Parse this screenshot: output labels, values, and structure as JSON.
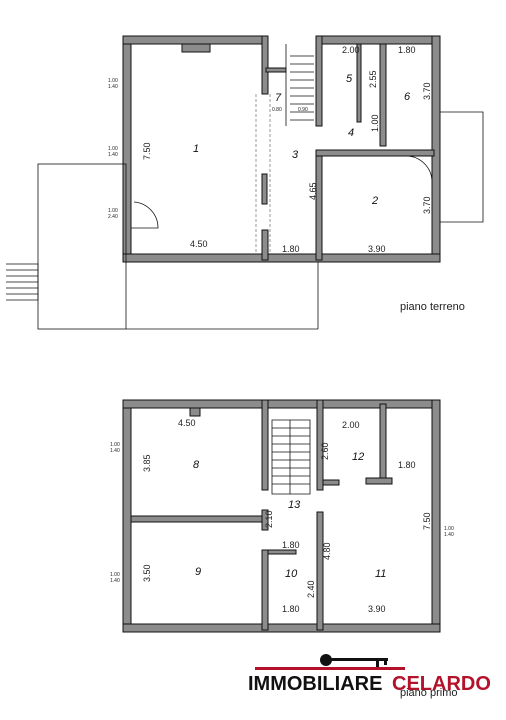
{
  "floors": [
    {
      "label": "piano terreno",
      "rooms": [
        "1",
        "3",
        "4",
        "5",
        "6",
        "7",
        "2"
      ],
      "dims": [
        "7.50",
        "4.50",
        "1.80",
        "3.90",
        "2.00",
        "1.80",
        "2.55",
        "3.70",
        "3.70",
        "4.65",
        "1.00"
      ],
      "openings": [
        "1.00\n1.40",
        "1.00\n1.40",
        "1.00\n2.40",
        "0.80",
        "0.90"
      ]
    },
    {
      "label": "piano primo",
      "rooms": [
        "8",
        "9",
        "10",
        "11",
        "12",
        "13"
      ],
      "dims": [
        "4.50",
        "3.85",
        "3.50",
        "2.10",
        "1.80",
        "1.80",
        "2.60",
        "2.00",
        "1.80",
        "7.50",
        "4.80",
        "2.40",
        "3.90"
      ],
      "openings": [
        "1.00\n1.40",
        "1.00\n1.40",
        "1.00\n1.40"
      ]
    }
  ],
  "logo": {
    "part1": "IMMOBILIARE",
    "part2": "CELARDO",
    "colors": {
      "dark": "#111111",
      "accent": "#b3122a"
    },
    "icon": "key-icon"
  },
  "colors": {
    "wall": "#8c8c8c",
    "line": "#111111",
    "background": "#ffffff"
  }
}
